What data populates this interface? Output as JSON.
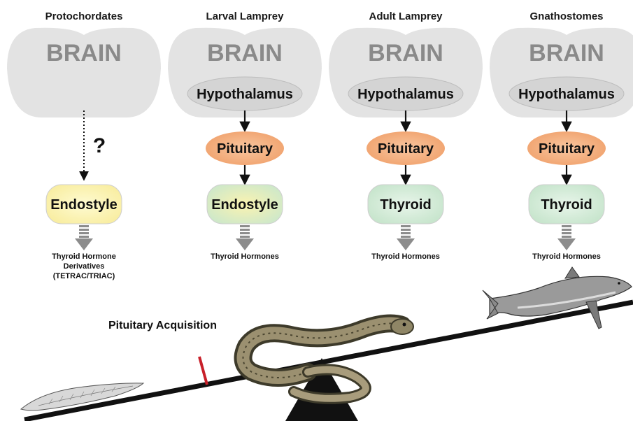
{
  "columns": [
    {
      "title": "Protochordates",
      "brain": "BRAIN",
      "hypothalamus": "",
      "pituitary": "",
      "gland": "Endostyle",
      "gland_style": "endostyle-yellow",
      "question": "?",
      "output_lines": [
        "Thyroid Hormone",
        "Derivatives",
        "(TETRAC/TRIAC)"
      ]
    },
    {
      "title": "Larval Lamprey",
      "brain": "BRAIN",
      "hypothalamus": "Hypothalamus",
      "pituitary": "Pituitary",
      "gland": "Endostyle",
      "gland_style": "endostyle-mixed",
      "question": "",
      "output_lines": [
        "Thyroid Hormones"
      ]
    },
    {
      "title": "Adult Lamprey",
      "brain": "BRAIN",
      "hypothalamus": "Hypothalamus",
      "pituitary": "Pituitary",
      "gland": "Thyroid",
      "gland_style": "thyroid-green",
      "question": "",
      "output_lines": [
        "Thyroid Hormones"
      ]
    },
    {
      "title": "Gnathostomes",
      "brain": "BRAIN",
      "hypothalamus": "Hypothalamus",
      "pituitary": "Pituitary",
      "gland": "Thyroid",
      "gland_style": "thyroid-green",
      "question": "",
      "output_lines": [
        "Thyroid Hormones"
      ]
    }
  ],
  "seesaw": {
    "marker_label": "Pituitary Acquisition",
    "marker_color": "#c8202a"
  },
  "colors": {
    "brain_fill": "#e3e3e3",
    "brain_text": "#8a8a8a",
    "hypothalamus_fill": "#d4d4d4",
    "pituitary_fill": "#f3b07f",
    "endostyle_fill": "#fdf3b4",
    "thyroid_fill": "#d4ecd8",
    "output_arrow": "#8c8c8c"
  },
  "icons": [
    "lancelet-illustration",
    "lamprey-illustration",
    "shark-illustration",
    "fulcrum-triangle"
  ]
}
